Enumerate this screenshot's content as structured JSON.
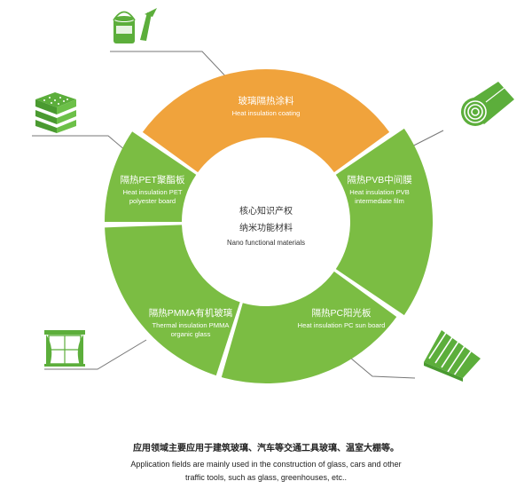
{
  "colors": {
    "green": "#7bbd43",
    "orange": "#f0a33c",
    "icon_green": "#5cae3b",
    "line": "#777777"
  },
  "center": {
    "line1": "核心知识产权",
    "line2": "纳米功能材料",
    "line3": "Nano functional materials"
  },
  "segments": [
    {
      "id": "coating",
      "color": "orange",
      "title": "玻璃隔热涂料",
      "sub": [
        "Heat insulation coating"
      ],
      "icon": "paint-bucket-brush-icon"
    },
    {
      "id": "pvb",
      "color": "green",
      "title": "隔热PVB中间膜",
      "sub": [
        "Heat insulation PVB",
        "intermediate film"
      ],
      "icon": "film-roll-icon"
    },
    {
      "id": "pc",
      "color": "green",
      "title": "隔热PC阳光板",
      "sub": [
        "Heat insulation PC sun board"
      ],
      "icon": "corrugated-sheets-icon"
    },
    {
      "id": "pmma",
      "color": "green",
      "title": "隔热PMMA有机玻璃",
      "sub": [
        "Thermal insulation PMMA",
        "organic glass"
      ],
      "icon": "window-curtain-icon"
    },
    {
      "id": "pet",
      "color": "green",
      "title": "隔热PET聚酯板",
      "sub": [
        "Heat insulation PET",
        "polyester board"
      ],
      "icon": "layered-board-icon"
    }
  ],
  "caption": {
    "cn": "应用领域主要应用于建筑玻璃、汽车等交通工具玻璃、温室大棚等。",
    "en_line1": "Application fields are mainly used in the construction of glass, cars and other",
    "en_line2": "traffic tools, such as glass, greenhouses, etc.."
  }
}
